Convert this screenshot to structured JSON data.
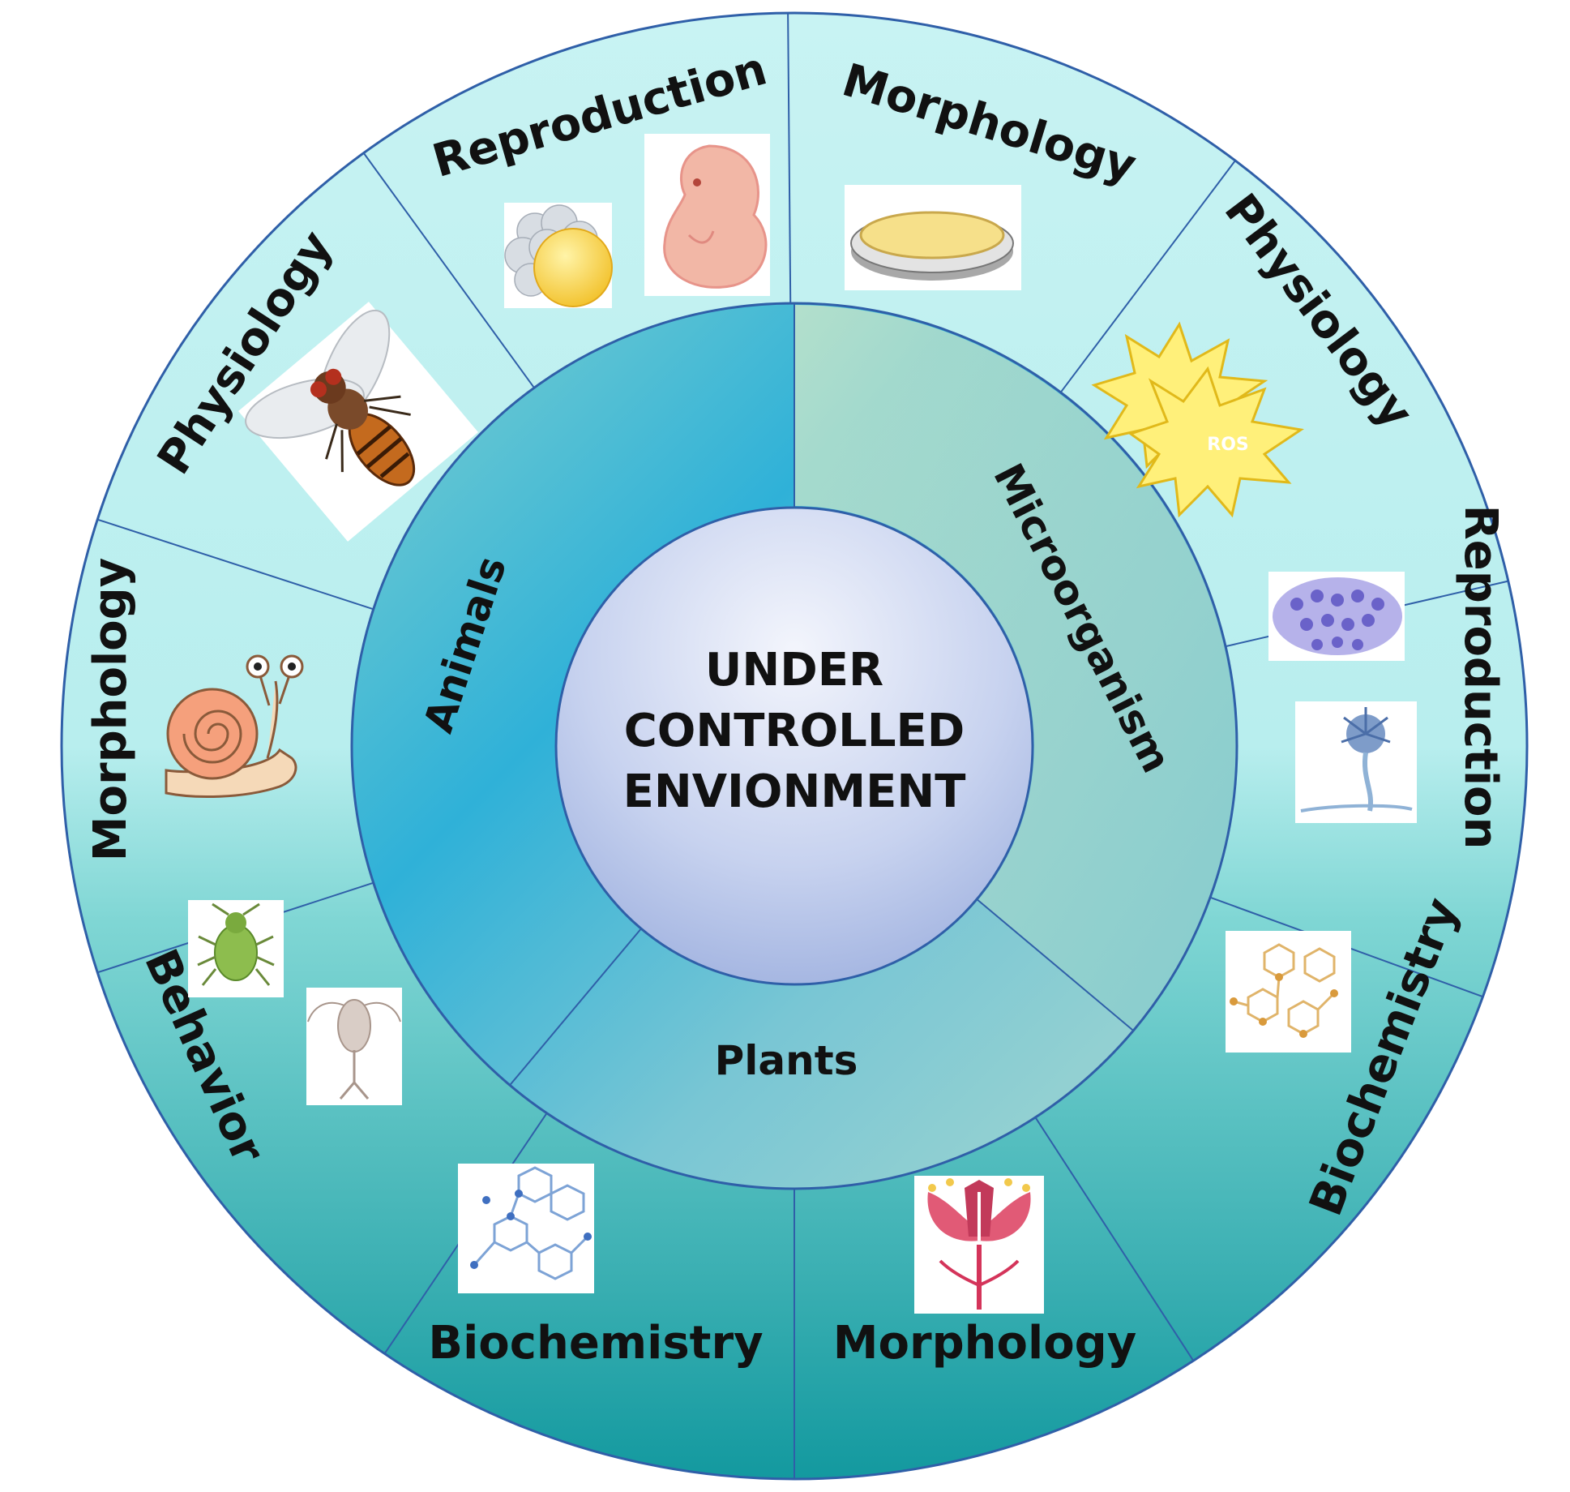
{
  "center": {
    "lines": [
      "UNDER",
      "CONTROLLED",
      "ENVIONMENT"
    ]
  },
  "groups": {
    "animals": "Animals",
    "microorganism": "Microorganism",
    "plants": "Plants"
  },
  "segments": [
    {
      "id": "animals-physiology",
      "label": "Physiology",
      "icon": "fly-icon"
    },
    {
      "id": "animals-reproduction",
      "label": "Reproduction",
      "icon": "embryo-icon"
    },
    {
      "id": "micro-morphology",
      "label": "Morphology",
      "icon": "petri-dish-icon"
    },
    {
      "id": "micro-physiology",
      "label": "Physiology",
      "icon": "ros-burst-icon",
      "icon_text": "ROS"
    },
    {
      "id": "micro-reproduction",
      "label": "Reproduction",
      "icon": "fungal-spores-icon"
    },
    {
      "id": "micro-biochemistry",
      "label": "Biochemistry",
      "icon": "molecule-icon"
    },
    {
      "id": "plants-morphology",
      "label": "Morphology",
      "icon": "flower-icon"
    },
    {
      "id": "plants-biochemistry",
      "label": "Biochemistry",
      "icon": "molecule-icon"
    },
    {
      "id": "animals-behavior",
      "label": "Behavior",
      "icon": "aphid-icon"
    },
    {
      "id": "animals-morphology",
      "label": "Morphology",
      "icon": "snail-icon"
    }
  ],
  "colors": {
    "outer_light": "#c4f2f2",
    "outer_dark": "#169aa0",
    "middle_blue": "#1eaad6",
    "middle_green": "#cfe8c4",
    "center_top": "#eef2fb",
    "center_bottom": "#a3b5e0",
    "line": "#2f5fa8"
  }
}
